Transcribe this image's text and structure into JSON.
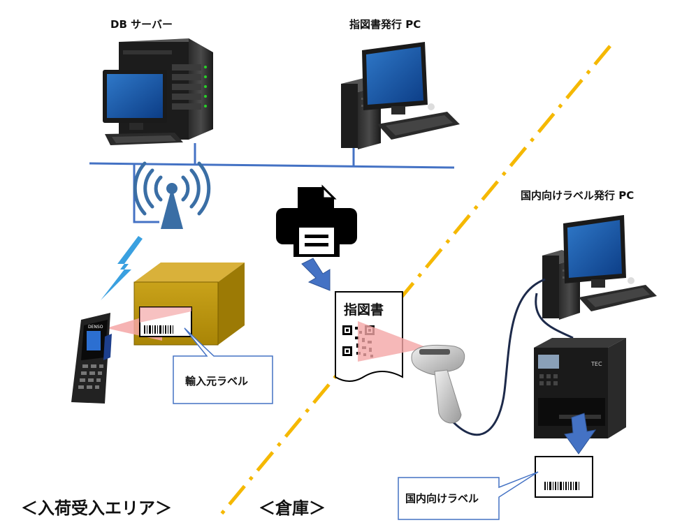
{
  "labels": {
    "db_server": "DB サーバー",
    "instruction_pc": "指図書発行 PC",
    "domestic_label_pc": "国内向けラベル発行 PC",
    "instruction_sheet": "指図書",
    "import_label": "輸入元ラベル",
    "domestic_label": "国内向けラベル",
    "receiving_area": "＜入荷受入エリア＞",
    "warehouse": "＜倉庫＞",
    "printer_brand": "TEC",
    "handheld_brand": "DENSO"
  },
  "colors": {
    "network_line": "#4472c4",
    "divider": "#f5b800",
    "box_fill": "#b8920a",
    "scan_beam": "#f4a6a6",
    "print_arrow": "#4472c4",
    "wireless_icon": "#3a6ea5",
    "lightning": "#3aa0e0"
  },
  "icons": {
    "wifi_tower": "wifi-antenna-icon",
    "printer": "printer-icon",
    "lightning": "lightning-icon",
    "qr_code": "qr-code-icon",
    "barcode": "barcode-icon"
  }
}
